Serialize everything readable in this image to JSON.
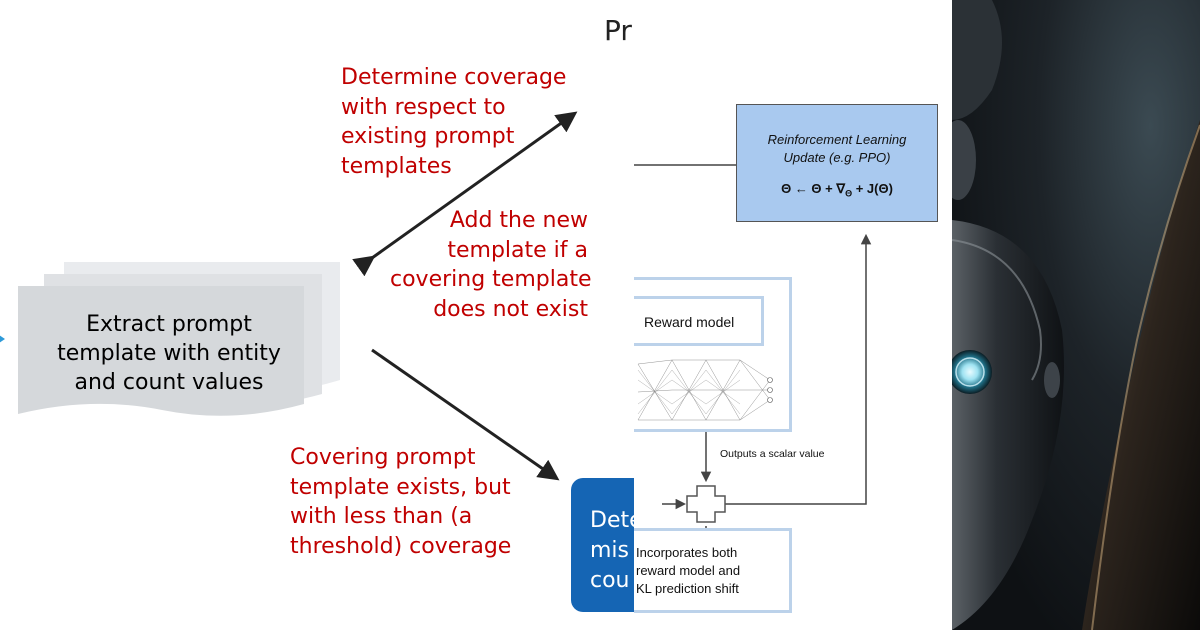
{
  "slide": {
    "title": "Pr",
    "coverage_lines": [
      "Determine coverage",
      "with respect to",
      "existing prompt",
      "templates"
    ],
    "add_new_lines": [
      "Add the new",
      "template if a",
      "covering template",
      "does not exist"
    ],
    "extract_lines": [
      "Extract prompt",
      "template with entity",
      "and count values"
    ],
    "covering_exists_lines": [
      "Covering prompt",
      "template exists, but",
      "with less than (a",
      "threshold) coverage"
    ],
    "blue_box_lines": [
      "Dete",
      "mis",
      "cou"
    ]
  },
  "rlhf": {
    "update_lines": [
      "Reinforcement Learning",
      "Update (e.g. PPO)"
    ],
    "update_equation": {
      "text": "Θ ← Θ + ∇",
      "subscript": "Θ",
      "tail": " + J(Θ)"
    },
    "reward_model_label": "Reward model",
    "scalar_label": "Outputs a scalar value",
    "incorporates_lines": [
      "Incorporates both",
      "reward model and",
      "KL prediction shift"
    ]
  },
  "colors": {
    "annotation_red": "#c00000",
    "step_blue": "#1565b4",
    "rl_box_fill": "#a9c9ef",
    "box_outline": "#bcd2ea"
  }
}
